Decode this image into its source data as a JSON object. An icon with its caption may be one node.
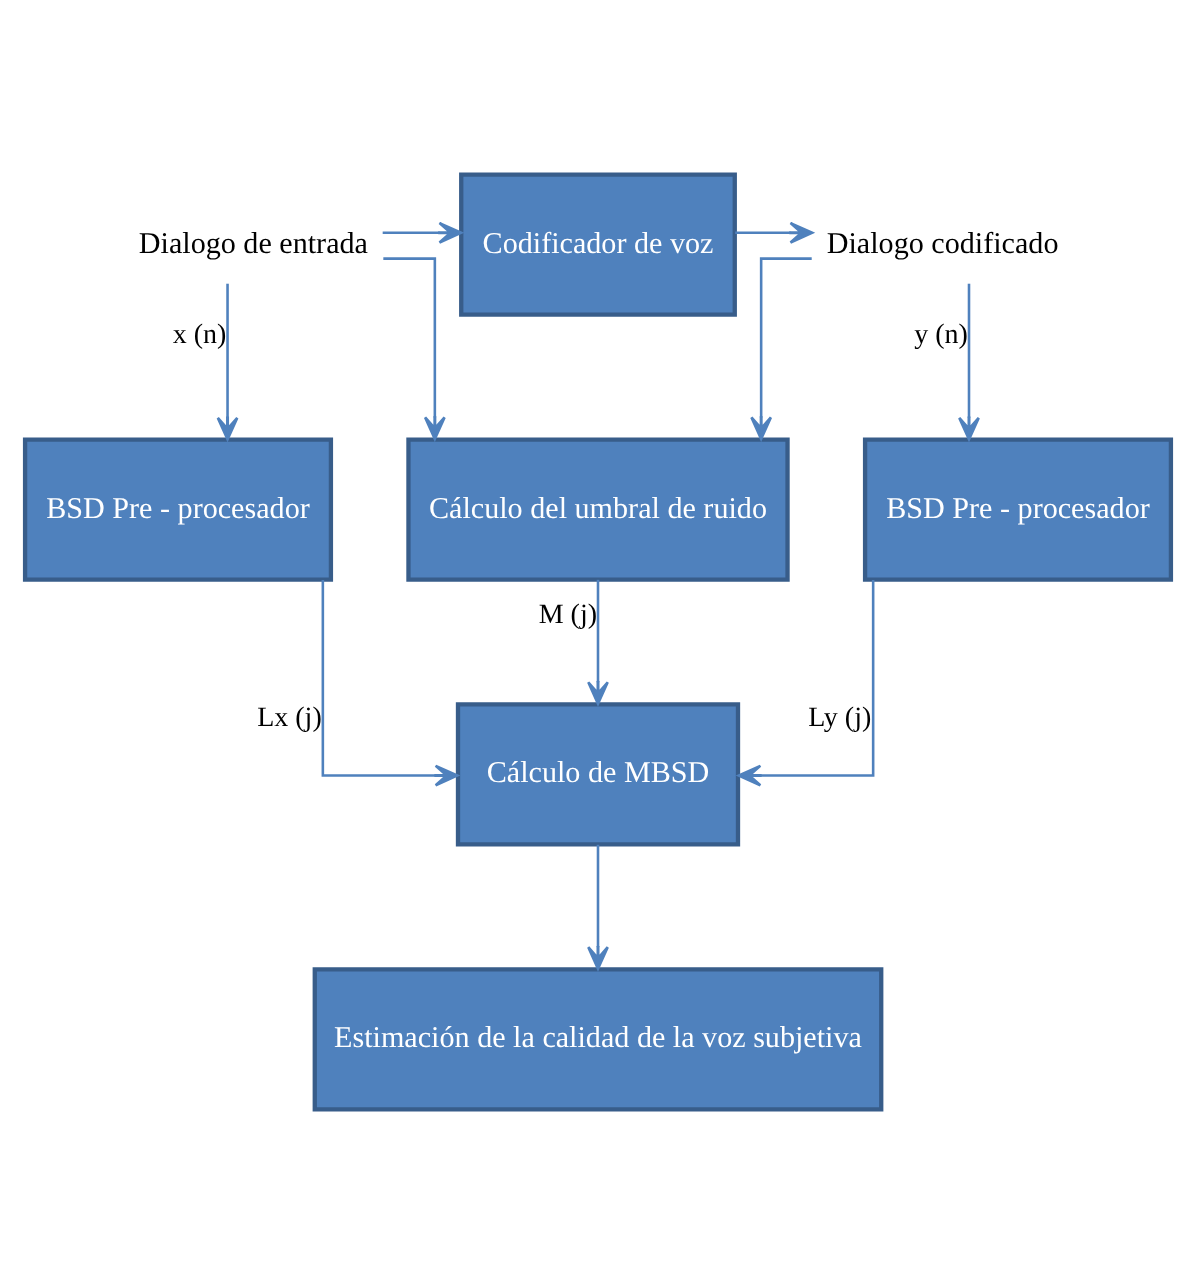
{
  "diagram": {
    "nodes": [
      {
        "text": [
          "Dialogo de entrada"
        ]
      },
      {
        "text": [
          "Codificador de voz"
        ]
      },
      {
        "text": [
          "Dialogo codificado"
        ]
      },
      {
        "text": [
          "BSD Pre - procesador"
        ]
      },
      {
        "text": [
          "Cálculo del umbral de ruido"
        ]
      },
      {
        "text": [
          "BSD Pre - procesador"
        ]
      },
      {
        "text": [
          "Cálculo de MBSD"
        ]
      },
      {
        "text": [
          "Estimación de la calidad de la voz subjetiva"
        ]
      }
    ],
    "edges": [
      {
        "from": 0,
        "to": 1,
        "arrow": "to"
      },
      {
        "from": 1,
        "to": 2,
        "arrow": "to"
      },
      {
        "from": 0,
        "to": 3,
        "arrow": "to",
        "label": "x (n)"
      },
      {
        "from": 0,
        "to": 4,
        "arrow": "to"
      },
      {
        "from": 2,
        "to": 5,
        "arrow": "to",
        "label": "y (n)"
      },
      {
        "from": 2,
        "to": 4,
        "arrow": "to"
      },
      {
        "from": 3,
        "to": 6,
        "arrow": "to",
        "label": "Lx (j)"
      },
      {
        "from": 4,
        "to": 6,
        "arrow": "to",
        "label": "M (j)"
      },
      {
        "from": 5,
        "to": 6,
        "arrow": "to",
        "label": "Ly (j)"
      },
      {
        "from": 6,
        "to": 7,
        "arrow": "to"
      }
    ]
  }
}
